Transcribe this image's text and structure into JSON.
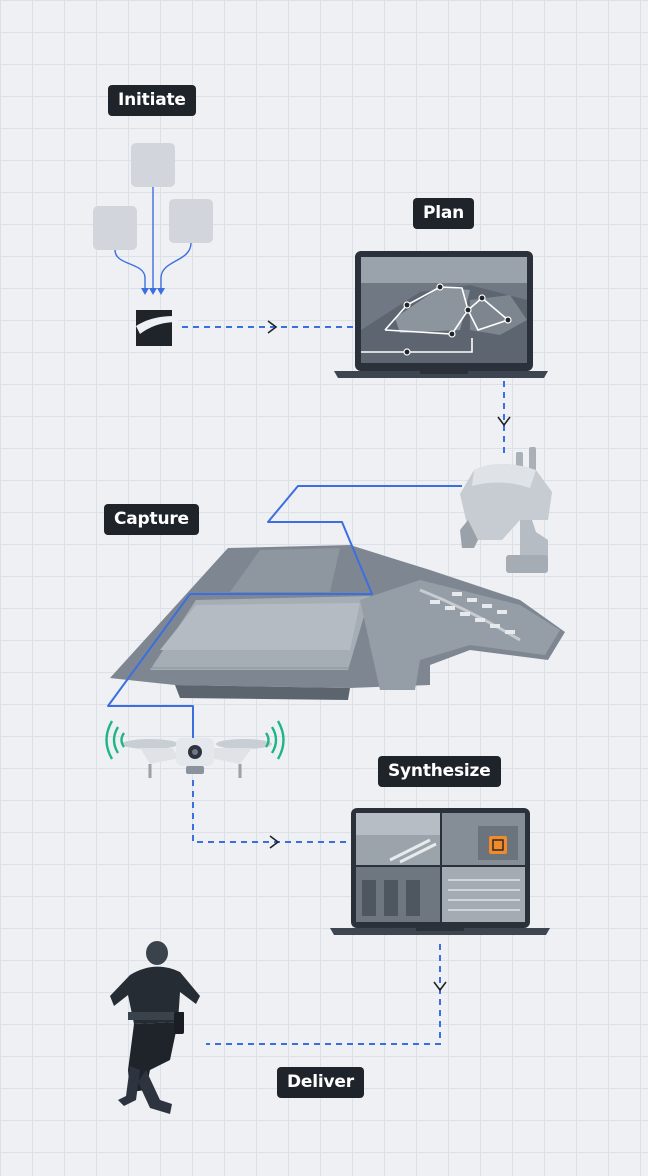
{
  "steps": {
    "initiate": "Initiate",
    "plan": "Plan",
    "capture": "Capture",
    "synthesize": "Synthesize",
    "deliver": "Deliver"
  },
  "colors": {
    "flow_line": "#3b6fe0",
    "device_dark": "#2d3440",
    "signal": "#1fb584",
    "source_box": "#d2d6dc",
    "focus": "#f08a2a"
  },
  "icons": [
    "logo-mark-icon",
    "laptop-icon",
    "remote-controller-icon",
    "drone-icon",
    "responder-icon"
  ]
}
